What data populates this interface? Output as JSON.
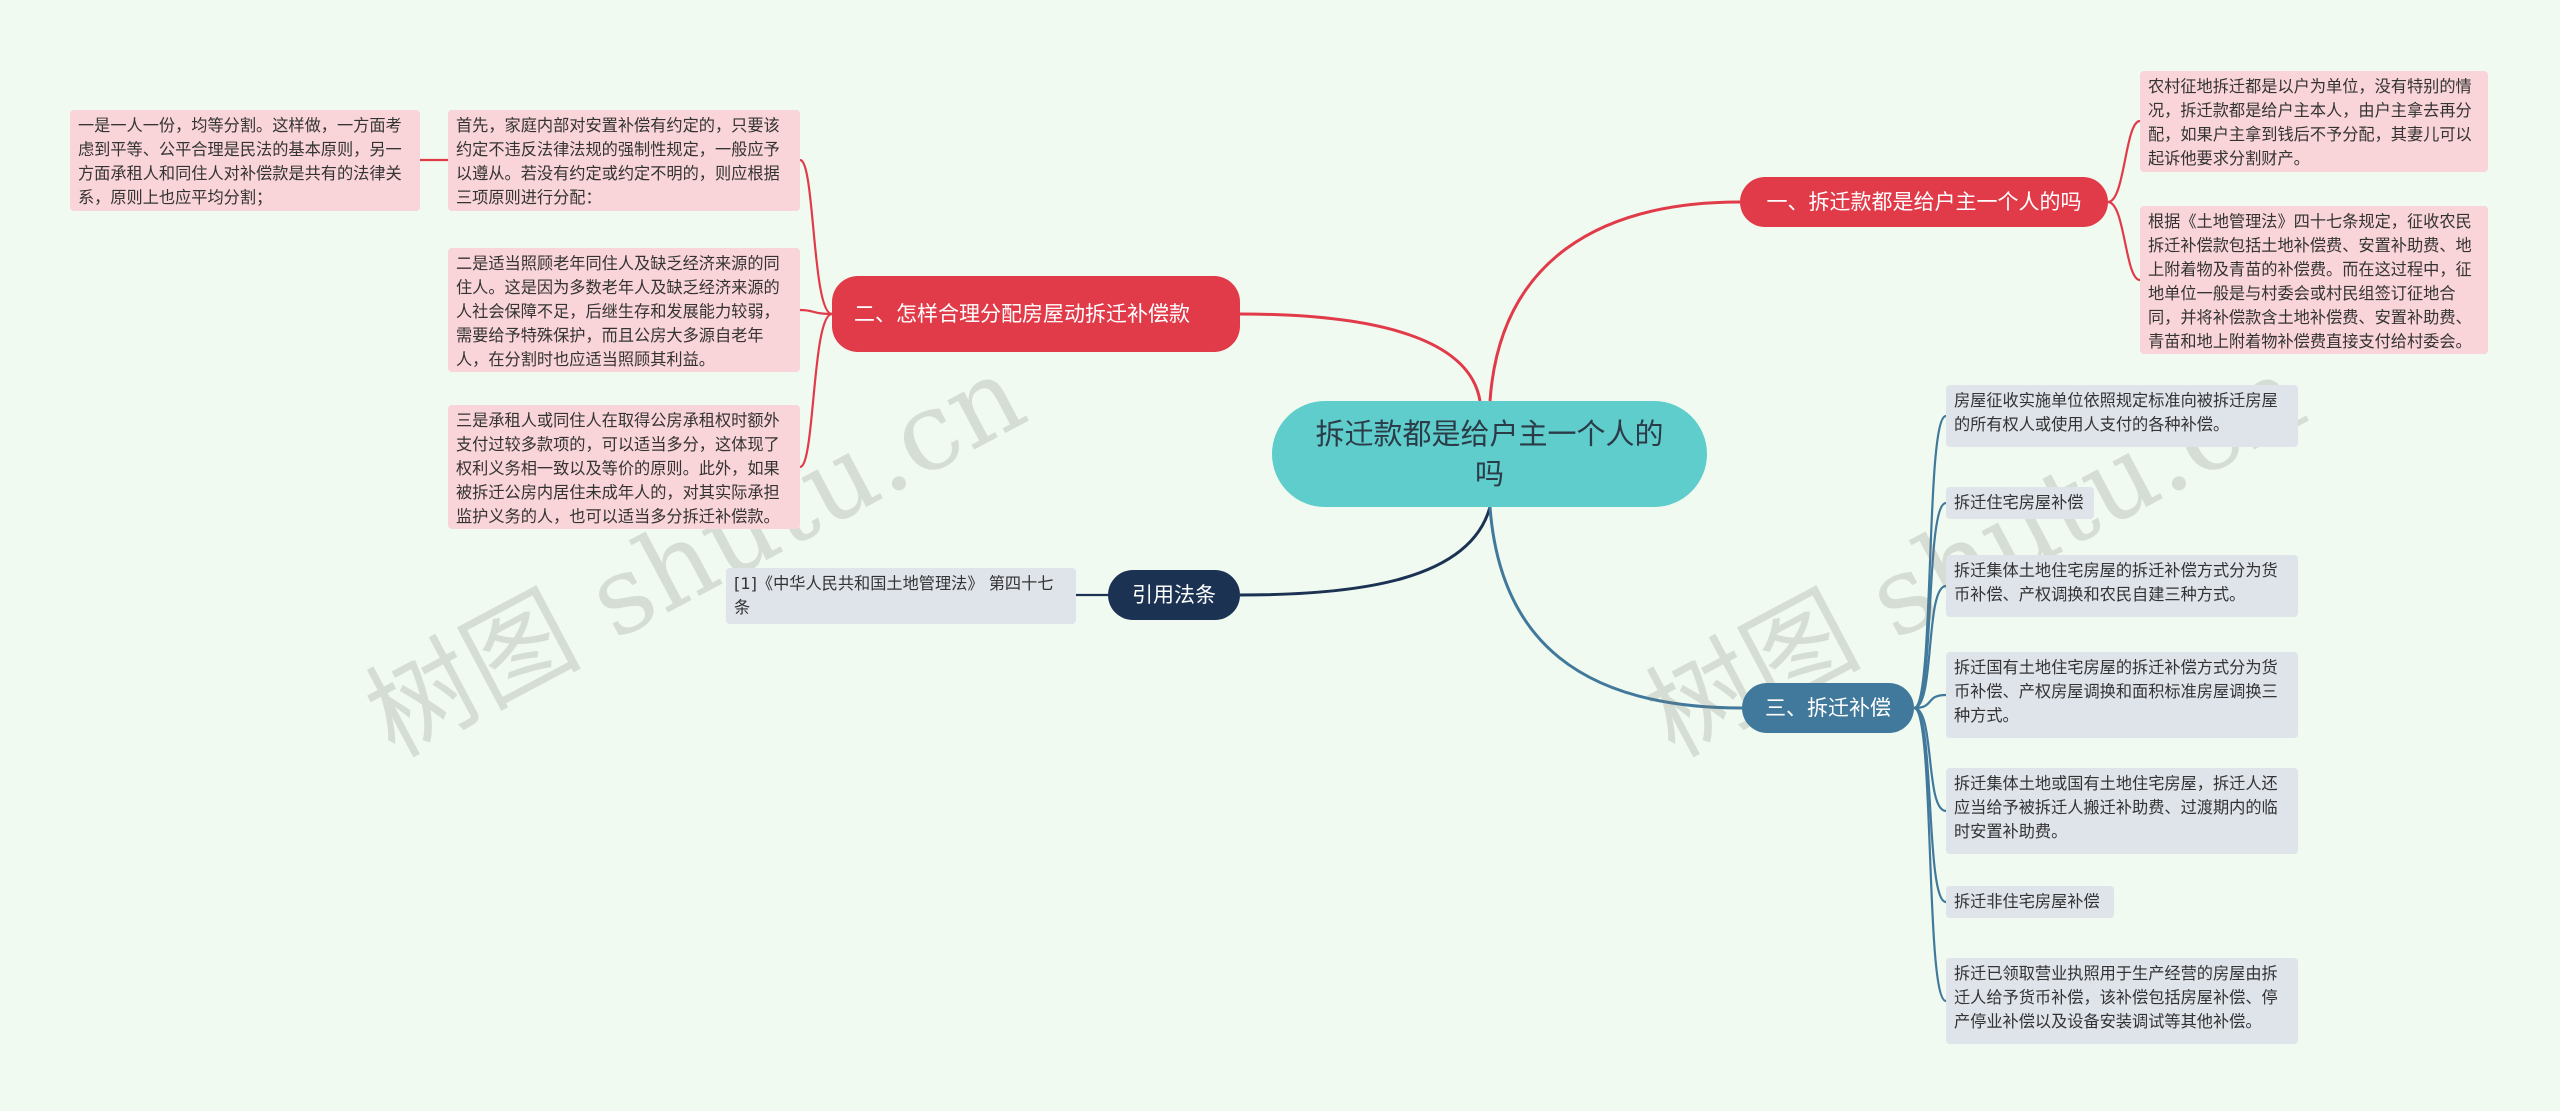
{
  "center": {
    "title": "拆迁款都是给户主一个人的吗"
  },
  "branches": {
    "b1": {
      "label": "一、拆迁款都是给户主一个人的吗",
      "color": "#e13b4a"
    },
    "b2": {
      "label": "二、怎样合理分配房屋动拆迁补偿款",
      "color": "#e13b4a"
    },
    "b3": {
      "label": "三、拆迁补偿",
      "color": "#40799b"
    },
    "b4": {
      "label": "引用法条",
      "color": "#1b3253"
    }
  },
  "leaves": {
    "b1_1": "农村征地拆迁都是以户为单位，没有特别的情况，拆迁款都是给户主本人，由户主拿去再分配，如果户主拿到钱后不予分配，其妻儿可以起诉他要求分割财产。",
    "b1_2": "根据《土地管理法》四十七条规定，征收农民拆迁补偿款包括土地补偿费、安置补助费、地上附着物及青苗的补偿费。而在这过程中，征地单位一般是与村委会或村民组签订征地合同，并将补偿款含土地补偿费、安置补助费、青苗和地上附着物补偿费直接支付给村委会。",
    "b2_1": "首先，家庭内部对安置补偿有约定的，只要该约定不违反法律法规的强制性规定，一般应予以遵从。若没有约定或约定不明的，则应根据三项原则进行分配：",
    "b2_1_1": "一是一人一份，均等分割。这样做，一方面考虑到平等、公平合理是民法的基本原则，另一方面承租人和同住人对补偿款是共有的法律关系，原则上也应平均分割；",
    "b2_2": "二是适当照顾老年同住人及缺乏经济来源的同住人。这是因为多数老年人及缺乏经济来源的人社会保障不足，后继生存和发展能力较弱，需要给予特殊保护，而且公房大多源自老年人，在分割时也应适当照顾其利益。",
    "b2_3": "三是承租人或同住人在取得公房承租权时额外支付过较多款项的，可以适当多分，这体现了权利义务相一致以及等价的原则。此外，如果被拆迁公房内居住未成年人的，对其实际承担监护义务的人，也可以适当多分拆迁补偿款。",
    "b3_1": "房屋征收实施单位依照规定标准向被拆迁房屋的所有权人或使用人支付的各种补偿。",
    "b3_2": "拆迁住宅房屋补偿",
    "b3_3": "拆迁集体土地住宅房屋的拆迁补偿方式分为货币补偿、产权调换和农民自建三种方式。",
    "b3_4": "拆迁国有土地住宅房屋的拆迁补偿方式分为货币补偿、产权房屋调换和面积标准房屋调换三种方式。",
    "b3_5": "拆迁集体土地或国有土地住宅房屋，拆迁人还应当给予被拆迁人搬迁补助费、过渡期内的临时安置补助费。",
    "b3_6": "拆迁非住宅房屋补偿",
    "b3_7": "拆迁已领取营业执照用于生产经营的房屋由拆迁人给予货币补偿，该补偿包括房屋补偿、停产停业补偿以及设备安装调试等其他补偿。",
    "b4_1": "[1]《中华人民共和国土地管理法》 第四十七条"
  },
  "watermark": "树图 shutu.cn"
}
